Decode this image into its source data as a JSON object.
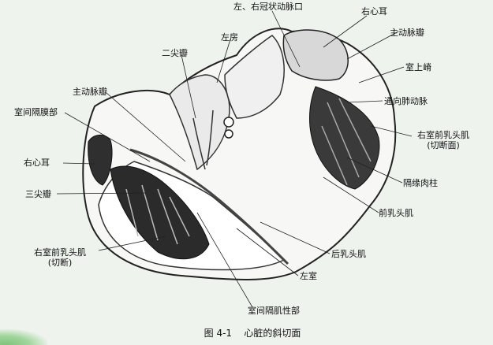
{
  "labels": {
    "coronary_orifice": "左、右冠状动脉口",
    "right_auricle_top": "右心耳",
    "aortic_valve_right": "主动脉瓣",
    "left_atrium": "左房",
    "mitral_valve": "二尖瓣",
    "supraventricular_crest": "室上嵴",
    "aortic_valve_left": "主动脉瓣",
    "to_pulmonary_artery": "通向肺动脉",
    "membranous_septum": "室间隔膜部",
    "rv_papillary_right_1": "右室前乳头肌",
    "rv_papillary_right_2": "(切断面)",
    "right_auricle_left": "右心耳",
    "septomarginal_trabecula": "隔缘肉柱",
    "tricuspid_valve": "三尖瓣",
    "anterior_papillary": "前乳头肌",
    "rv_papillary_left_1": "右室前乳头肌",
    "rv_papillary_left_2": "(切断)",
    "posterior_papillary": "后乳头肌",
    "left_ventricle": "左室",
    "muscular_septum": "室间隔肌性部"
  },
  "caption": {
    "figure_no": "图 4-1",
    "title": "心脏的斜切面"
  }
}
